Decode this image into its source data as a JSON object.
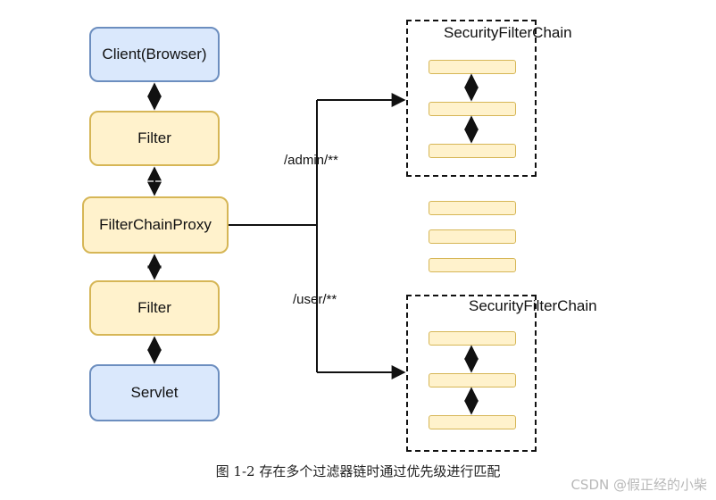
{
  "nodes": {
    "client": "Client(Browser)",
    "filter_top": "Filter",
    "proxy": "FilterChainProxy",
    "filter_bottom": "Filter",
    "servlet": "Servlet"
  },
  "routes": {
    "admin": "/admin/**",
    "user": "/user/**"
  },
  "chains": {
    "top_title": "SecurityFilterChain",
    "bottom_title": "SecurityFilterChain"
  },
  "caption": "图 1-2    存在多个过滤器链时通过优先级进行匹配",
  "watermark": "CSDN @假正经的小柴",
  "colors": {
    "blue_fill": "#dae8fc",
    "blue_border": "#6c8ebf",
    "yellow_fill": "#fff2cc",
    "yellow_border": "#d6b656",
    "line": "#111111"
  }
}
